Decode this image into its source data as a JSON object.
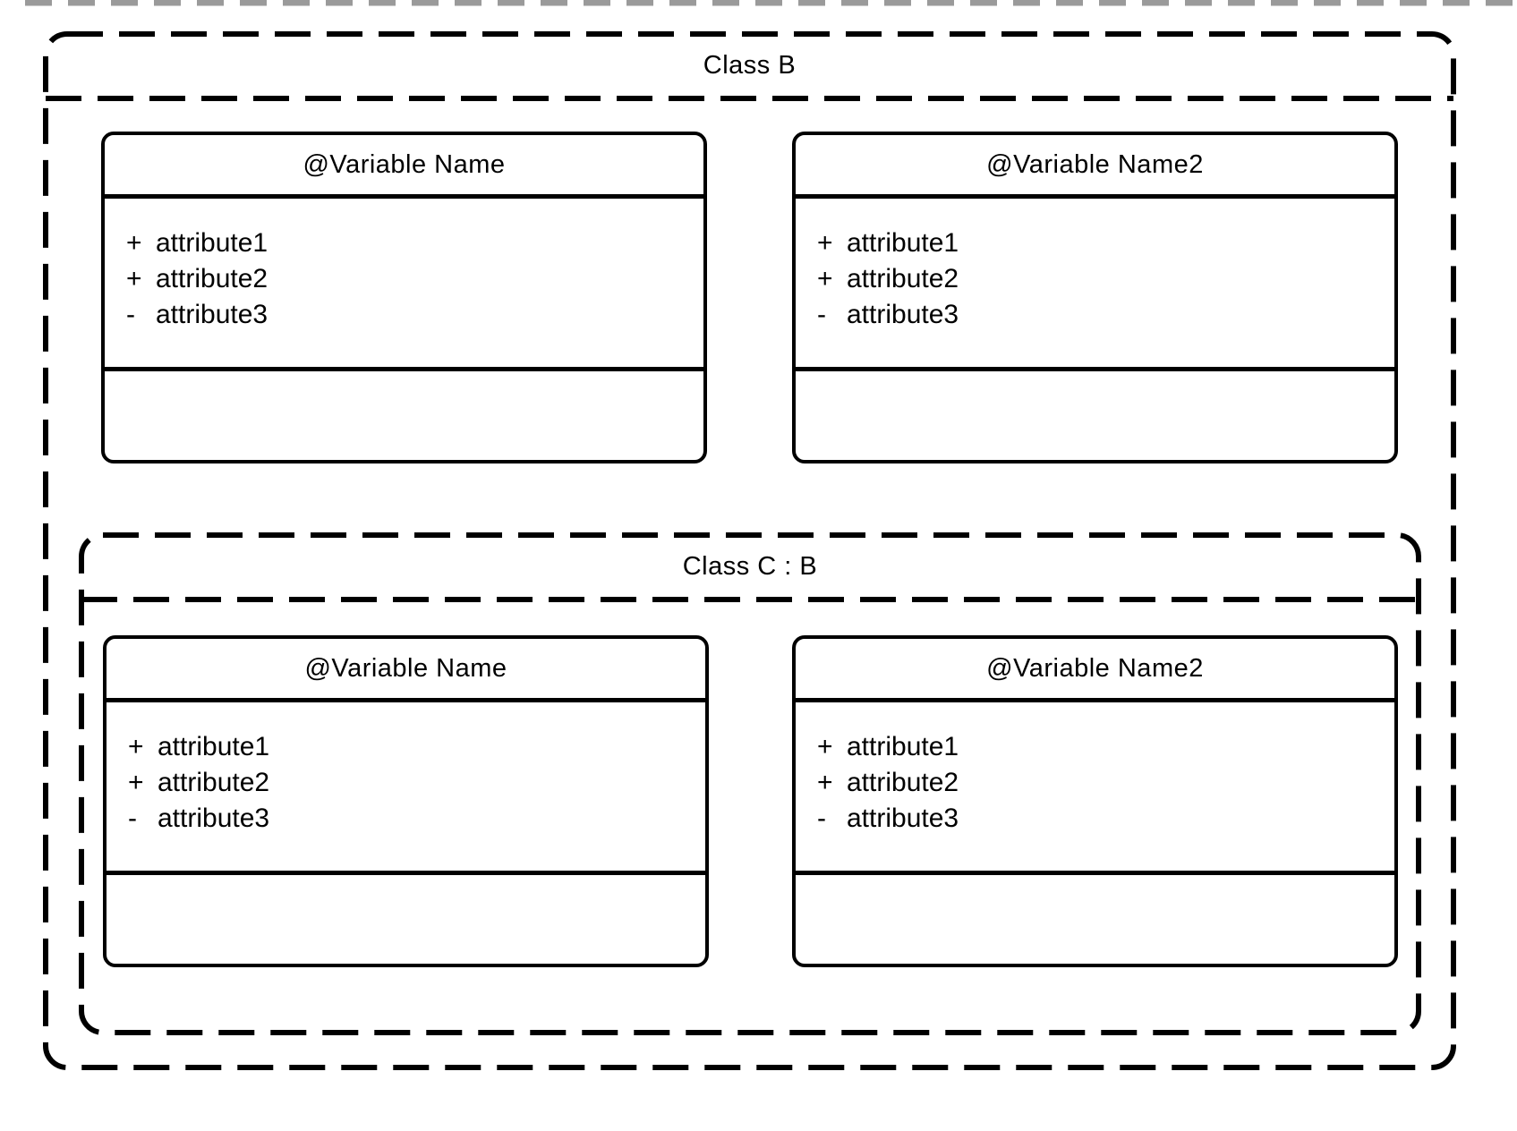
{
  "colors": {
    "background": "#ffffff",
    "box_fill": "#ffffff",
    "line": "#000000",
    "text": "#000000",
    "clipped_edge": "#9a9a9a"
  },
  "containers": {
    "outer": {
      "title": "Class B"
    },
    "inner": {
      "title": "Class C : B"
    }
  },
  "class_boxes": [
    {
      "title": "@Variable Name",
      "attributes": [
        {
          "visibility": "+",
          "name": "attribute1"
        },
        {
          "visibility": "+",
          "name": "attribute2"
        },
        {
          "visibility": "-",
          "name": "attribute3"
        }
      ]
    },
    {
      "title": "@Variable Name2",
      "attributes": [
        {
          "visibility": "+",
          "name": "attribute1"
        },
        {
          "visibility": "+",
          "name": "attribute2"
        },
        {
          "visibility": "-",
          "name": "attribute3"
        }
      ]
    },
    {
      "title": "@Variable Name",
      "attributes": [
        {
          "visibility": "+",
          "name": "attribute1"
        },
        {
          "visibility": "+",
          "name": "attribute2"
        },
        {
          "visibility": "-",
          "name": "attribute3"
        }
      ]
    },
    {
      "title": "@Variable Name2",
      "attributes": [
        {
          "visibility": "+",
          "name": "attribute1"
        },
        {
          "visibility": "+",
          "name": "attribute2"
        },
        {
          "visibility": "-",
          "name": "attribute3"
        }
      ]
    }
  ]
}
